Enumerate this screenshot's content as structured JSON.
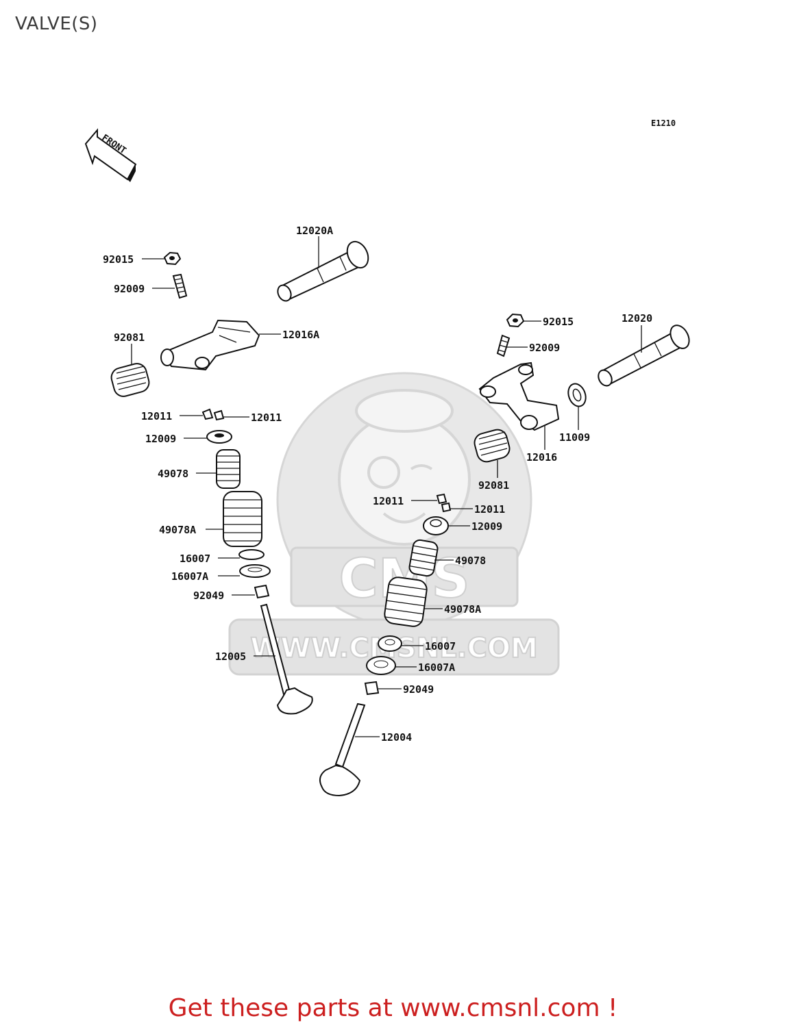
{
  "title": "VALVE(S)",
  "diagram_code": "E1210",
  "front_marker": "FRONT",
  "watermark": {
    "logo_text": "CMS",
    "url_text": "WWW.CMSNL.COM"
  },
  "footer_text": "Get these parts at www.cmsnl.com !",
  "colors": {
    "footer": "#cc1f1f",
    "ink": "#111111",
    "watermark": "#e8e8e8"
  },
  "parts": {
    "p92015_left": "92015",
    "p92009_left": "92009",
    "p12020A": "12020A",
    "p92081_left": "92081",
    "p12016A": "12016A",
    "p12011_left_a": "12011",
    "p12011_left_b": "12011",
    "p12009_left": "12009",
    "p49078_left": "49078",
    "p49078A_left": "49078A",
    "p16007_left": "16007",
    "p16007A_left": "16007A",
    "p92049_left": "92049",
    "p12005": "12005",
    "p92015_right": "92015",
    "p92009_right": "92009",
    "p12020": "12020",
    "p11009": "11009",
    "p12016": "12016",
    "p92081_right": "92081",
    "p12011_right_a": "12011",
    "p12011_right_b": "12011",
    "p12009_right": "12009",
    "p49078_right": "49078",
    "p49078A_right": "49078A",
    "p16007_right": "16007",
    "p16007A_right": "16007A",
    "p92049_right": "92049",
    "p12004": "12004"
  }
}
